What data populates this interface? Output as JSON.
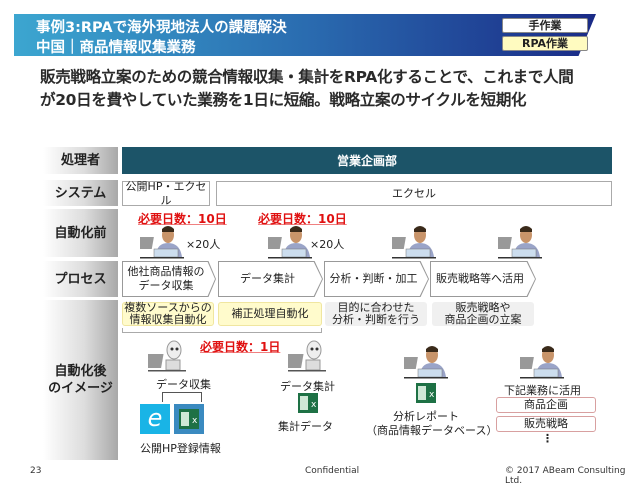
{
  "header": {
    "title1": "事例3:RPAで海外現地法人の課題解決",
    "title2": "中国｜商品情報収集業務"
  },
  "legend": {
    "manual": "手作業",
    "rpa": "RPA作業"
  },
  "subtitle": {
    "line1": "販売戦略立案のための競合情報収集・集計をRPA化することで、これまで人間",
    "line2": "が20日を費やしていた業務を1日に短縮。戦略立案のサイクルを短期化"
  },
  "rows": {
    "processor": "処理者",
    "system": "システム",
    "before": "自動化前",
    "process": "プロセス",
    "after": "自動化後\nのイメージ"
  },
  "dept": "営業企画部",
  "systems": [
    "公開HP・エクセル",
    "エクセル"
  ],
  "before": {
    "days1": "必要日数：10日",
    "days2": "必要日数：10日",
    "people1": "×20人",
    "people2": "×20人"
  },
  "process": [
    "他社商品情報の\nデータ収集",
    "データ集計",
    "分析・判断・加工",
    "販売戦略等へ活用"
  ],
  "automation": [
    "複数ソースからの\n情報収集自動化",
    "補正処理自動化",
    "目的に合わせた\n分析・判断を行う",
    "販売戦略や\n商品企画の立案"
  ],
  "after": {
    "days": "必要日数：1日",
    "collect": "データ収集",
    "aggregate": "データ集計",
    "agg_data": "集計データ",
    "hp_info": "公開HP登録情報",
    "report": "分析レポート\n（商品情報データベース）",
    "use": "下記業務に活用",
    "uses": [
      "商品企画",
      "販売戦略"
    ],
    "more": "⋮"
  },
  "footer": {
    "page": "23",
    "confidential": "Confidential",
    "copyright": "© 2017 ABeam Consulting Ltd."
  },
  "colors": {
    "dept": "#1c5468",
    "red": "#e01010"
  }
}
